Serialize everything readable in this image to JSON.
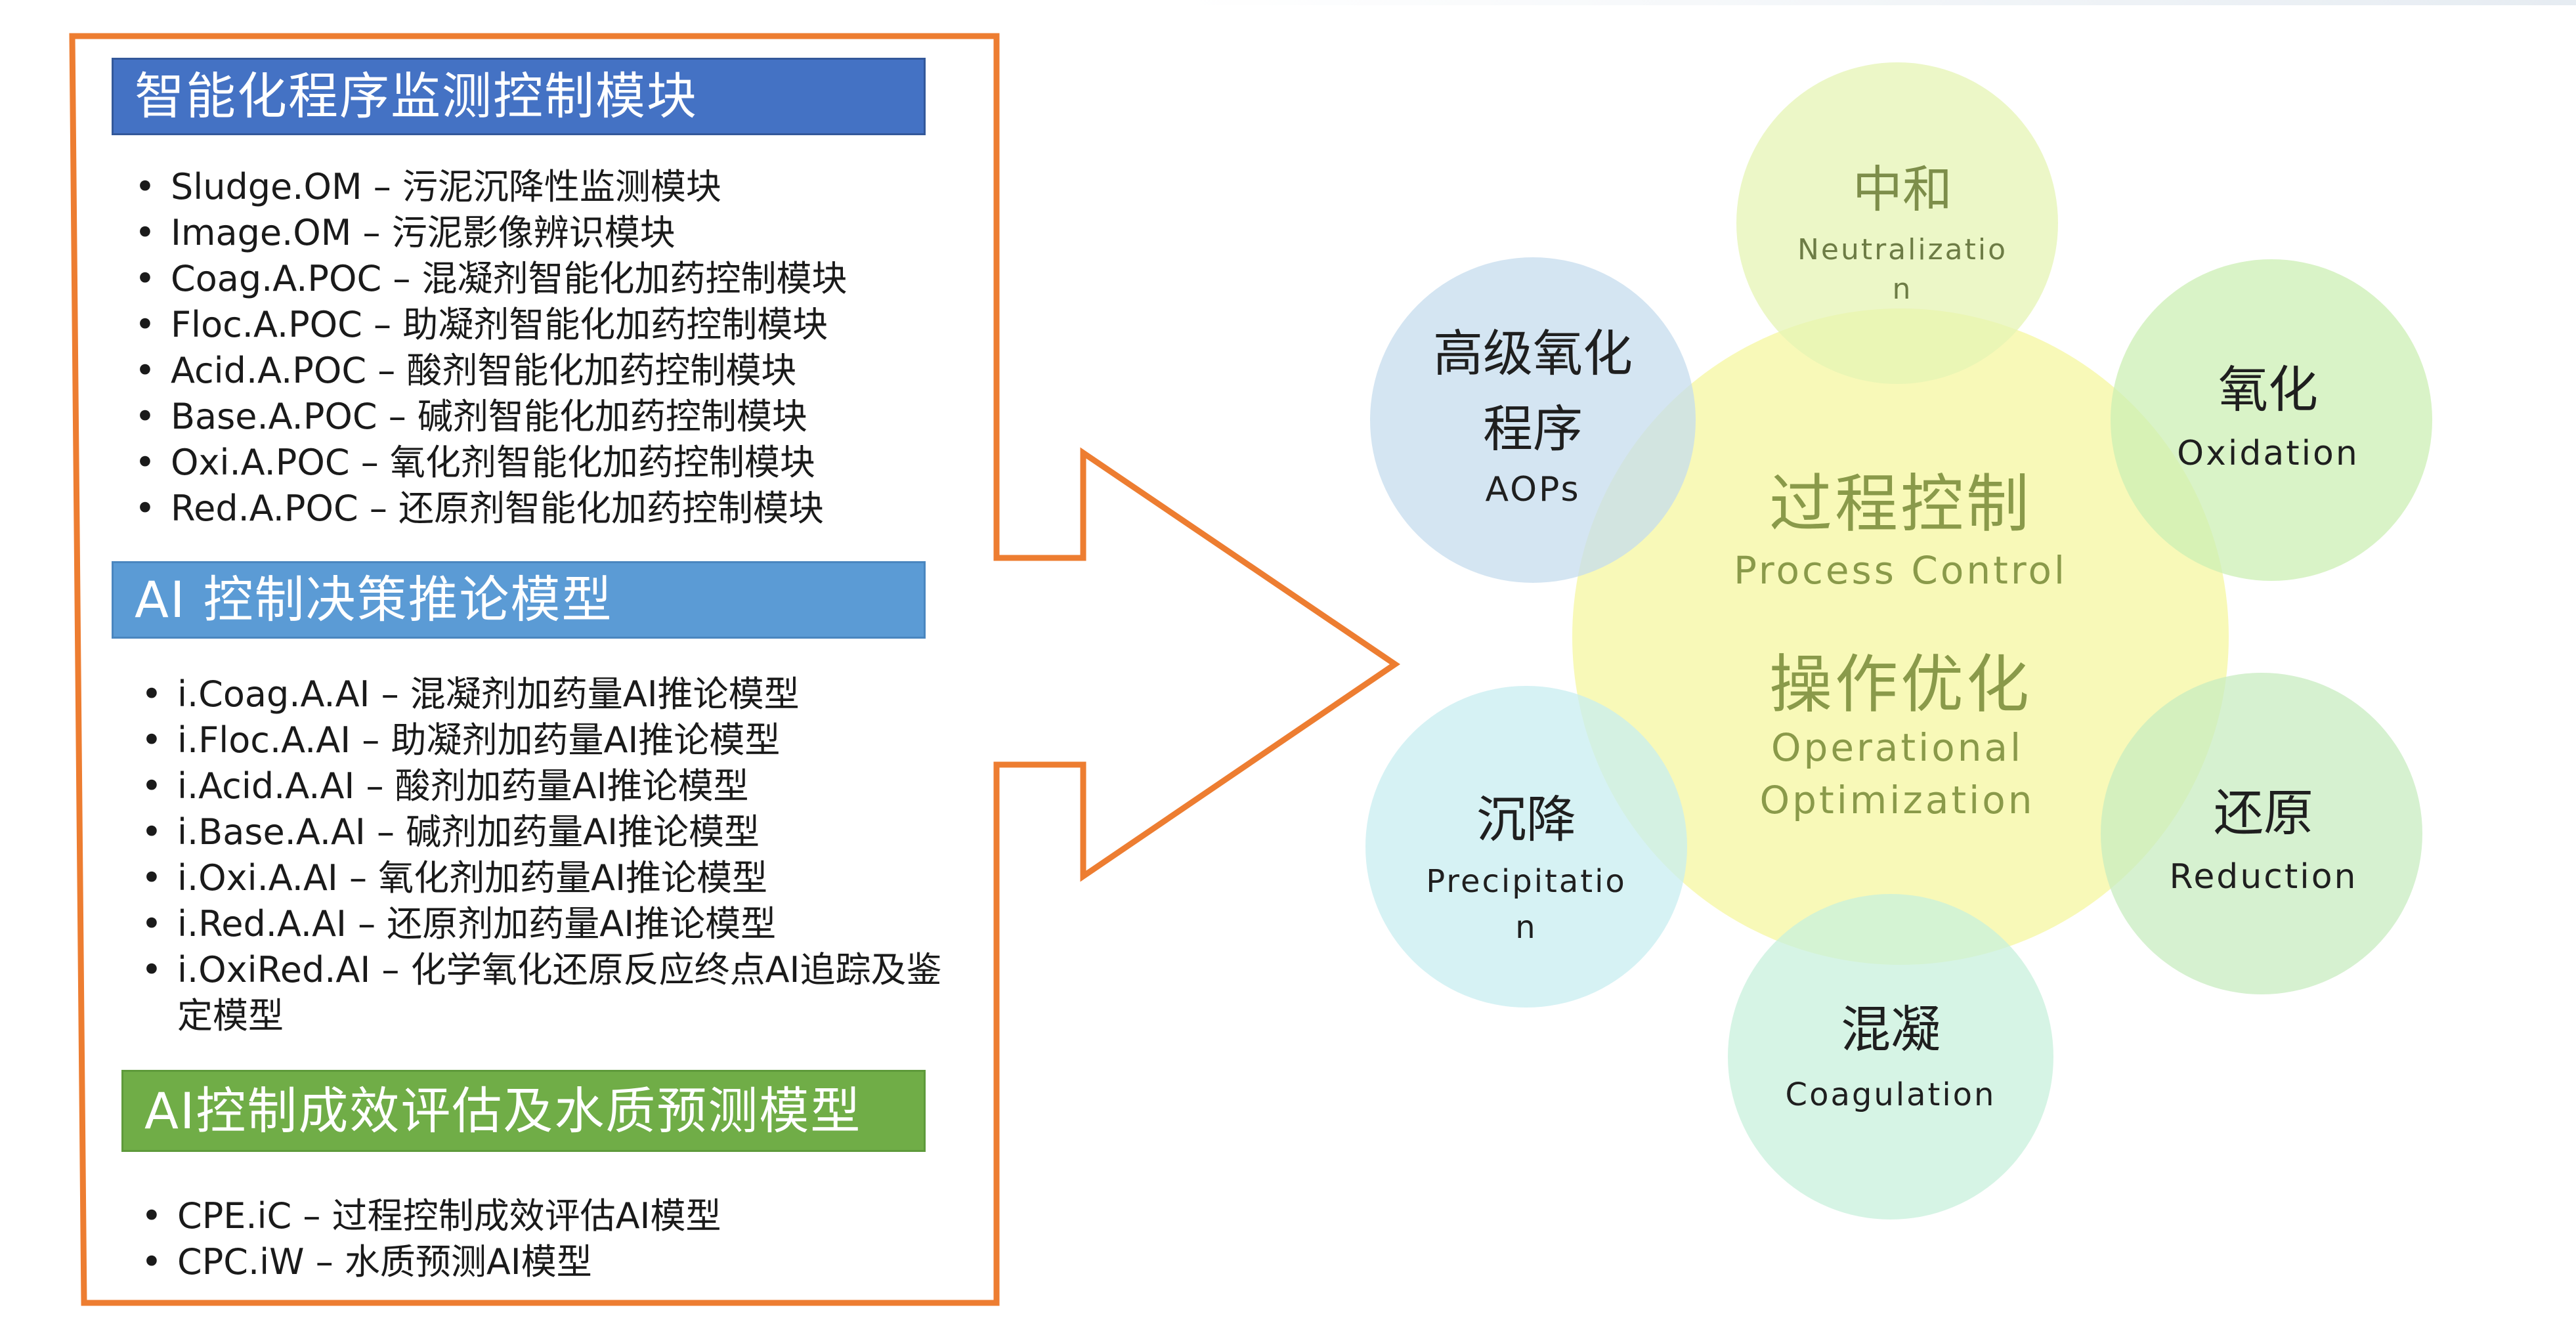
{
  "left_panel": {
    "section_1": {
      "title": "智能化程序监测控制模块",
      "items": [
        "Sludge.OM – 污泥沉降性监测模块",
        "Image.OM – 污泥影像辨识模块",
        "Coag.A.POC – 混凝剂智能化加药控制模块",
        "Floc.A.POC – 助凝剂智能化加药控制模块",
        "Acid.A.POC – 酸剂智能化加药控制模块",
        "Base.A.POC – 碱剂智能化加药控制模块",
        "Oxi.A.POC – 氧化剂智能化加药控制模块",
        "Red.A.POC – 还原剂智能化加药控制模块"
      ]
    },
    "section_2": {
      "title": "AI 控制决策推论模型",
      "items": [
        "i.Coag.A.AI – 混凝剂加药量AI推论模型",
        "i.Floc.A.AI – 助凝剂加药量AI推论模型",
        "i.Acid.A.AI – 酸剂加药量AI推论模型",
        "i.Base.A.AI – 碱剂加药量AI推论模型",
        "i.Oxi.A.AI – 氧化剂加药量AI推论模型",
        "i.Red.A.AI – 还原剂加药量AI推论模型",
        "i.OxiRed.AI – 化学氧化还原反应终点AI追踪及鉴定模型"
      ]
    },
    "section_3": {
      "title": "AI控制成效评估及水质预测模型",
      "items": [
        "CPE.iC – 过程控制成效评估AI模型",
        "CPC.iW – 水质预测AI模型"
      ]
    }
  },
  "diagram": {
    "center": {
      "title_1_zh": "过程控制",
      "title_1_en": "Process Control",
      "title_2_zh": "操作优化",
      "title_2_en_1": "Operational",
      "title_2_en_2": "Optimization",
      "color": "#f6f7a0"
    },
    "nodes": {
      "neutralization": {
        "zh": "中和",
        "en_1": "Neutralizatio",
        "en_2": "n",
        "color": "#e6f4b4"
      },
      "oxidation": {
        "zh": "氧化",
        "en": "Oxidation",
        "color": "#ccefb4"
      },
      "reduction": {
        "zh": "还原",
        "en": "Reduction",
        "color": "#c8ecc0"
      },
      "coagulation": {
        "zh": "混凝",
        "en": "Coagulation",
        "color": "#c8f0dc"
      },
      "precipitation": {
        "zh": "沉降",
        "en_1": "Precipitatio",
        "en_2": "n",
        "color": "#c8eef0"
      },
      "aops": {
        "zh_1": "高级氧化",
        "zh_2": "程序",
        "en": "AOPs",
        "color": "#c6dcee"
      }
    },
    "colors": {
      "outline": "#ed7d31"
    }
  }
}
